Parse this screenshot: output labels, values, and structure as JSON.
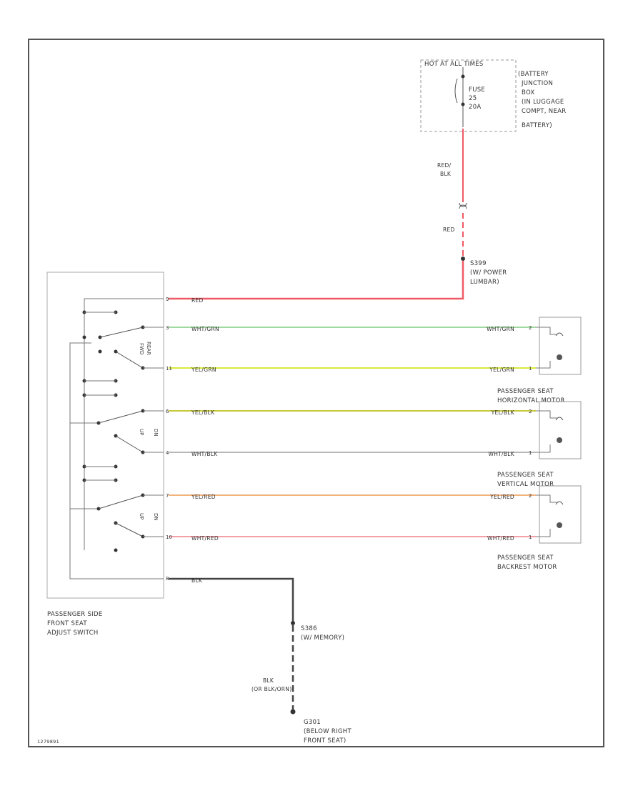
{
  "power": {
    "hot_label": "HOT AT ALL TIMES",
    "fuse_lines": [
      "FUSE",
      "25",
      "20A"
    ],
    "junction_lines": [
      "(BATTERY",
      "JUNCTION",
      "BOX",
      "(IN LUGGAGE",
      "COMPT, NEAR",
      "BATTERY)"
    ],
    "feed_wire_top_lines": [
      "RED/",
      "BLK"
    ],
    "feed_wire_bottom": "RED",
    "splice_lines": [
      "S399",
      "(W/ POWER",
      "LUMBAR)"
    ]
  },
  "switch": {
    "name_lines": [
      "PASSENGER SIDE",
      "FRONT SEAT",
      "ADJUST SWITCH"
    ],
    "pin_power": "9",
    "pin_ground": "8",
    "switch_labels": [
      [
        "FWD",
        "REAR"
      ],
      [
        "UP",
        "DN"
      ],
      [
        "UP",
        "DN"
      ]
    ]
  },
  "wires": [
    {
      "pin": "3",
      "label_left": "WHT/GRN",
      "label_right": "WHT/GRN",
      "motor_pin": "2",
      "color": "#9fd99f"
    },
    {
      "pin": "11",
      "label_left": "YEL/GRN",
      "label_right": "YEL/GRN",
      "motor_pin": "1",
      "color": "#d6ea3a"
    },
    {
      "pin": "6",
      "label_left": "YEL/BLK",
      "label_right": "YEL/BLK",
      "motor_pin": "2",
      "color": "#c9c93a"
    },
    {
      "pin": "4",
      "label_left": "WHT/BLK",
      "label_right": "WHT/BLK",
      "motor_pin": "1",
      "color": "#b8b8b8"
    },
    {
      "pin": "7",
      "label_left": "YEL/RED",
      "label_right": "YEL/RED",
      "motor_pin": "2",
      "color": "#f3b27a"
    },
    {
      "pin": "10",
      "label_left": "WHT/RED",
      "label_right": "WHT/RED",
      "motor_pin": "1",
      "color": "#f3a0a8"
    }
  ],
  "power_wire": {
    "label": "RED",
    "color": "#f05a64"
  },
  "motors": [
    {
      "name_lines": [
        "PASSENGER SEAT",
        "HORIZONTAL MOTOR"
      ]
    },
    {
      "name_lines": [
        "PASSENGER SEAT",
        "VERTICAL MOTOR"
      ]
    },
    {
      "name_lines": [
        "PASSENGER SEAT",
        "BACKREST MOTOR"
      ]
    }
  ],
  "ground": {
    "wire_label": "BLK",
    "splice_lines": [
      "S386",
      "(W/ MEMORY)"
    ],
    "wire2_lines": [
      "BLK",
      "(OR BLK/ORN)"
    ],
    "ground_lines": [
      "G301",
      "(BELOW RIGHT",
      "FRONT SEAT)"
    ]
  },
  "colors": {
    "frame": "#555555",
    "ground_wire": "#444444",
    "dashed_box": "#999999"
  },
  "figure_id": "1279891"
}
